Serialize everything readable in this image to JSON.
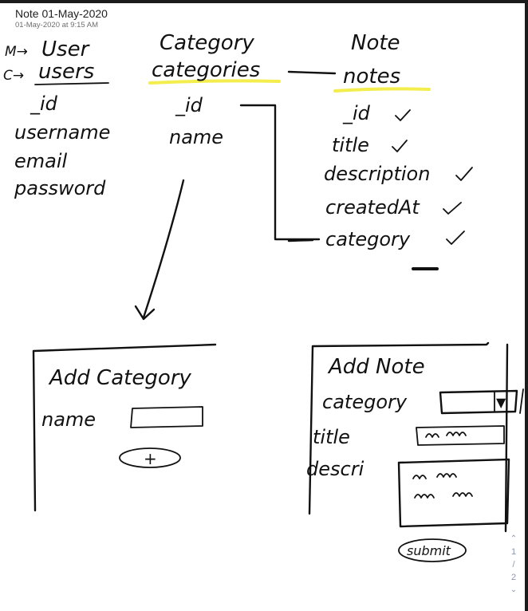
{
  "header": {
    "title": "Note 01-May-2020",
    "subtitle": "01-May-2020 at 9:15 AM"
  },
  "sketch": {
    "user_label": "User",
    "user_prefix": "M→",
    "users_label": "users",
    "users_prefix": "C→",
    "user_fields": [
      "_id",
      "username",
      "email",
      "password"
    ],
    "category_label": "Category",
    "categories_label": "categories",
    "category_fields": [
      "_id",
      "name"
    ],
    "note_label": "Note",
    "notes_label": "notes",
    "note_fields": [
      "_id",
      "title",
      "description",
      "createdAt",
      "category"
    ],
    "add_category": {
      "title": "Add Category",
      "name_label": "name",
      "add_button": "+"
    },
    "add_note": {
      "title": "Add Note",
      "category_label": "category",
      "dropdown_arrow": "▼",
      "title_label": "title",
      "desc_label": "descri",
      "submit_button": "submit"
    }
  },
  "pager": {
    "up": "⌃",
    "current": "1",
    "separator": "/",
    "total": "2",
    "down": "⌄"
  },
  "colors": {
    "highlight": "#f2ec3a",
    "ink": "#111111"
  }
}
